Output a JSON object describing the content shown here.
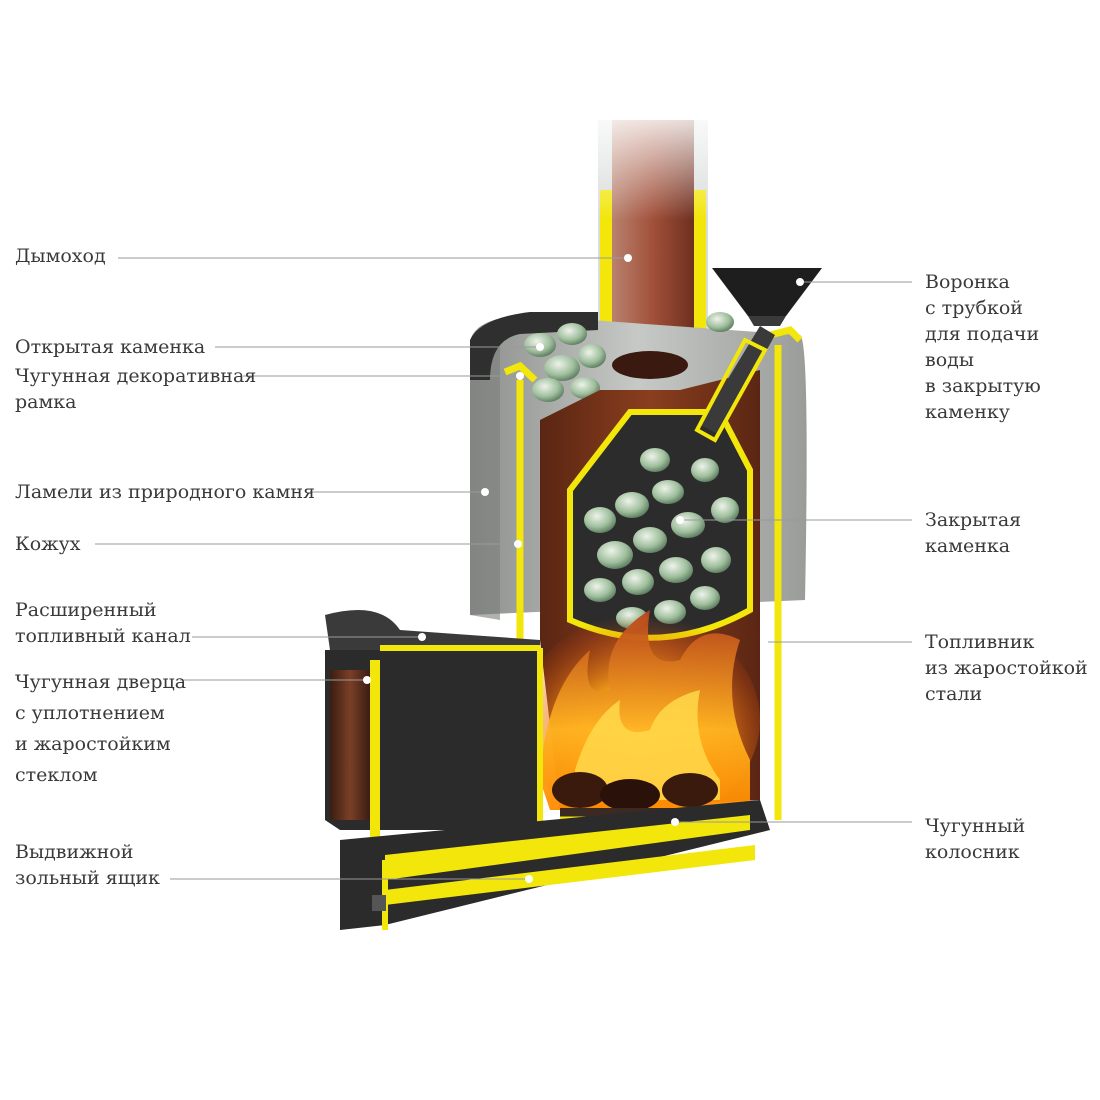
{
  "labels": {
    "chimney": [
      "Дымоход"
    ],
    "open_heater": [
      "Открытая каменка"
    ],
    "cast_frame": [
      "Чугунная декоративная",
      "рамка"
    ],
    "stone_lamellas": [
      "Ламели из природного камня"
    ],
    "casing": [
      "Кожух"
    ],
    "fuel_channel": [
      "Расширенный",
      "топливный канал"
    ],
    "cast_door": [
      "Чугунная дверца",
      "с уплотнением",
      "и жаростойким",
      "стеклом"
    ],
    "ash_box": [
      "Выдвижной",
      "зольный ящик"
    ],
    "funnel": [
      "Воронка",
      "с трубкой",
      "для подачи",
      "воды",
      "в закрытую",
      "каменку"
    ],
    "closed_heater": [
      "Закрытая",
      "каменка"
    ],
    "firebox": [
      "Топливник",
      "из жаростойкой",
      "стали"
    ],
    "grate": [
      "Чугунный",
      "колосник"
    ]
  },
  "colors": {
    "steel_edge": "#f2e60a",
    "cast_iron": "#2b2b2b",
    "chimney_copper": "#a1503a",
    "stone_green": "#9fbf9d",
    "flame": "#f5a623",
    "leader_line": "#9a9a9a",
    "text": "#3a3a3a"
  }
}
